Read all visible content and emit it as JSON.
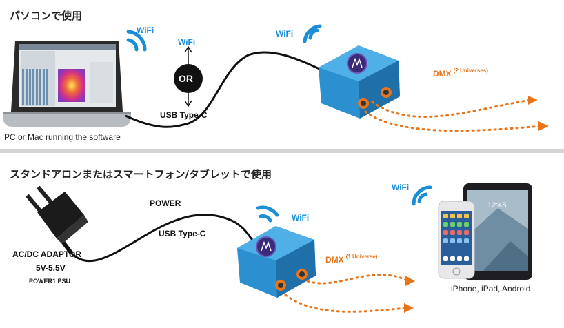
{
  "top": {
    "heading": "パソコンで使用",
    "wifi_near_laptop": "WiFi",
    "wifi_near_or": "WiFi",
    "or_label": "OR",
    "usb_label": "USB Type-C",
    "wifi_near_device": "WiFi",
    "dmx_label": "DMX",
    "dmx_universes": "(2 Universes)",
    "laptop_caption": "PC or Mac running the software"
  },
  "bottom": {
    "heading": "スタンドアロンまたはスマートフォン/タブレットで使用",
    "power_label": "POWER",
    "adaptor_label": "AC/DC ADAPTOR",
    "voltage_label": "5V-5.5V",
    "psu_label": "POWER1 PSU",
    "usb_label": "USB Type-C",
    "wifi_near_device": "WiFi",
    "wifi_near_phone": "WiFi",
    "dmx_label": "DMX",
    "dmx_universes": "(1 Universe)",
    "devices_caption": "iPhone, iPad, Android",
    "tablet_time": "12:45"
  },
  "colors": {
    "wifi_blue": "#1a8fd8",
    "dmx_orange": "#e8751a",
    "device_blue": "#2b8fd0",
    "divider_gray": "#d4d4d4"
  },
  "icons": [
    "laptop-icon",
    "wifi-icon",
    "or-badge",
    "interface-box-icon",
    "power-adaptor-icon",
    "smartphone-icon",
    "tablet-icon"
  ]
}
